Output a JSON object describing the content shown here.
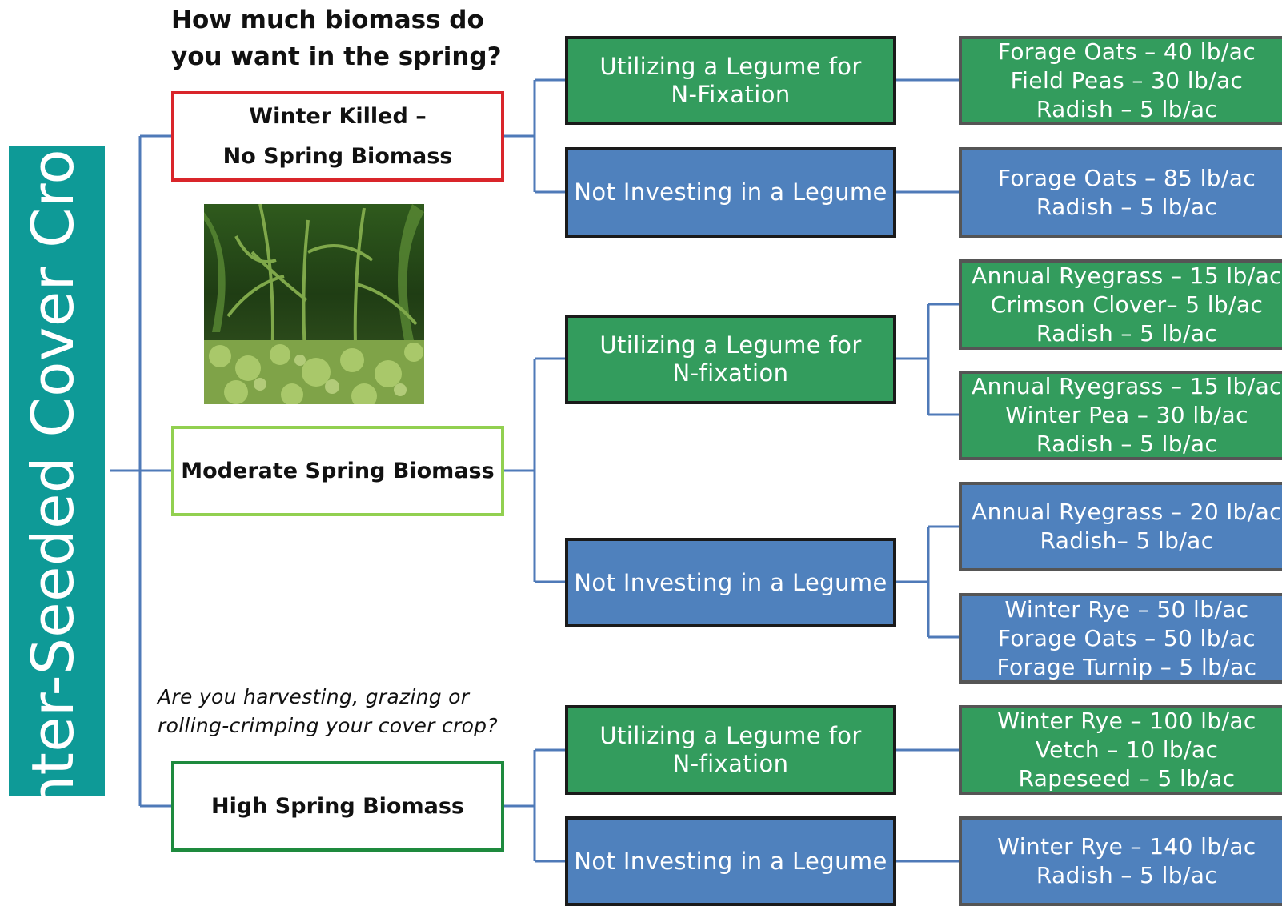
{
  "root": {
    "label": "Inter-Seeded Cover Crop"
  },
  "question_top": "How much biomass do you want in the spring?",
  "question_bottom": "Are you harvesting, grazing or rolling-crimping your cover crop?",
  "colors": {
    "root": "#0e9a97",
    "legume_box": "#339c5d",
    "no_legume_box": "#4f81bd",
    "winter_killed_border": "#d9252a",
    "moderate_border": "#92d050",
    "high_border": "#1e8a3e",
    "connector": "#4f7ab8"
  },
  "biomass_options": [
    {
      "label": "Winter Killed –\nNo Spring Biomass",
      "branches": [
        {
          "label": "Utilizing a Legume for\nN-Fixation",
          "mixes": [
            "Forage Oats – 40 lb/ac\nField Peas – 30 lb/ac\nRadish – 5 lb/ac"
          ]
        },
        {
          "label": "Not Investing in a Legume",
          "mixes": [
            "Forage Oats – 85 lb/ac\nRadish – 5 lb/ac"
          ]
        }
      ]
    },
    {
      "label": "Moderate Spring Biomass",
      "branches": [
        {
          "label": "Utilizing a Legume for\nN-fixation",
          "mixes": [
            "Annual Ryegrass – 15 lb/ac\nCrimson Clover– 5 lb/ac\nRadish – 5 lb/ac",
            "Annual Ryegrass – 15 lb/ac\nWinter Pea – 30 lb/ac\nRadish – 5 lb/ac"
          ]
        },
        {
          "label": "Not Investing in a Legume",
          "mixes": [
            "Annual Ryegrass – 20 lb/ac\nRadish– 5 lb/ac",
            "Winter Rye – 50 lb/ac\nForage Oats – 50 lb/ac\nForage Turnip – 5 lb/ac"
          ]
        }
      ]
    },
    {
      "label": "High Spring Biomass",
      "branches": [
        {
          "label": "Utilizing a Legume for\nN-fixation",
          "mixes": [
            "Winter Rye – 100 lb/ac\nVetch – 10 lb/ac\nRapeseed – 5 lb/ac"
          ]
        },
        {
          "label": "Not Investing in a Legume",
          "mixes": [
            "Winter Rye – 140 lb/ac\nRadish – 5 lb/ac"
          ]
        }
      ]
    }
  ]
}
